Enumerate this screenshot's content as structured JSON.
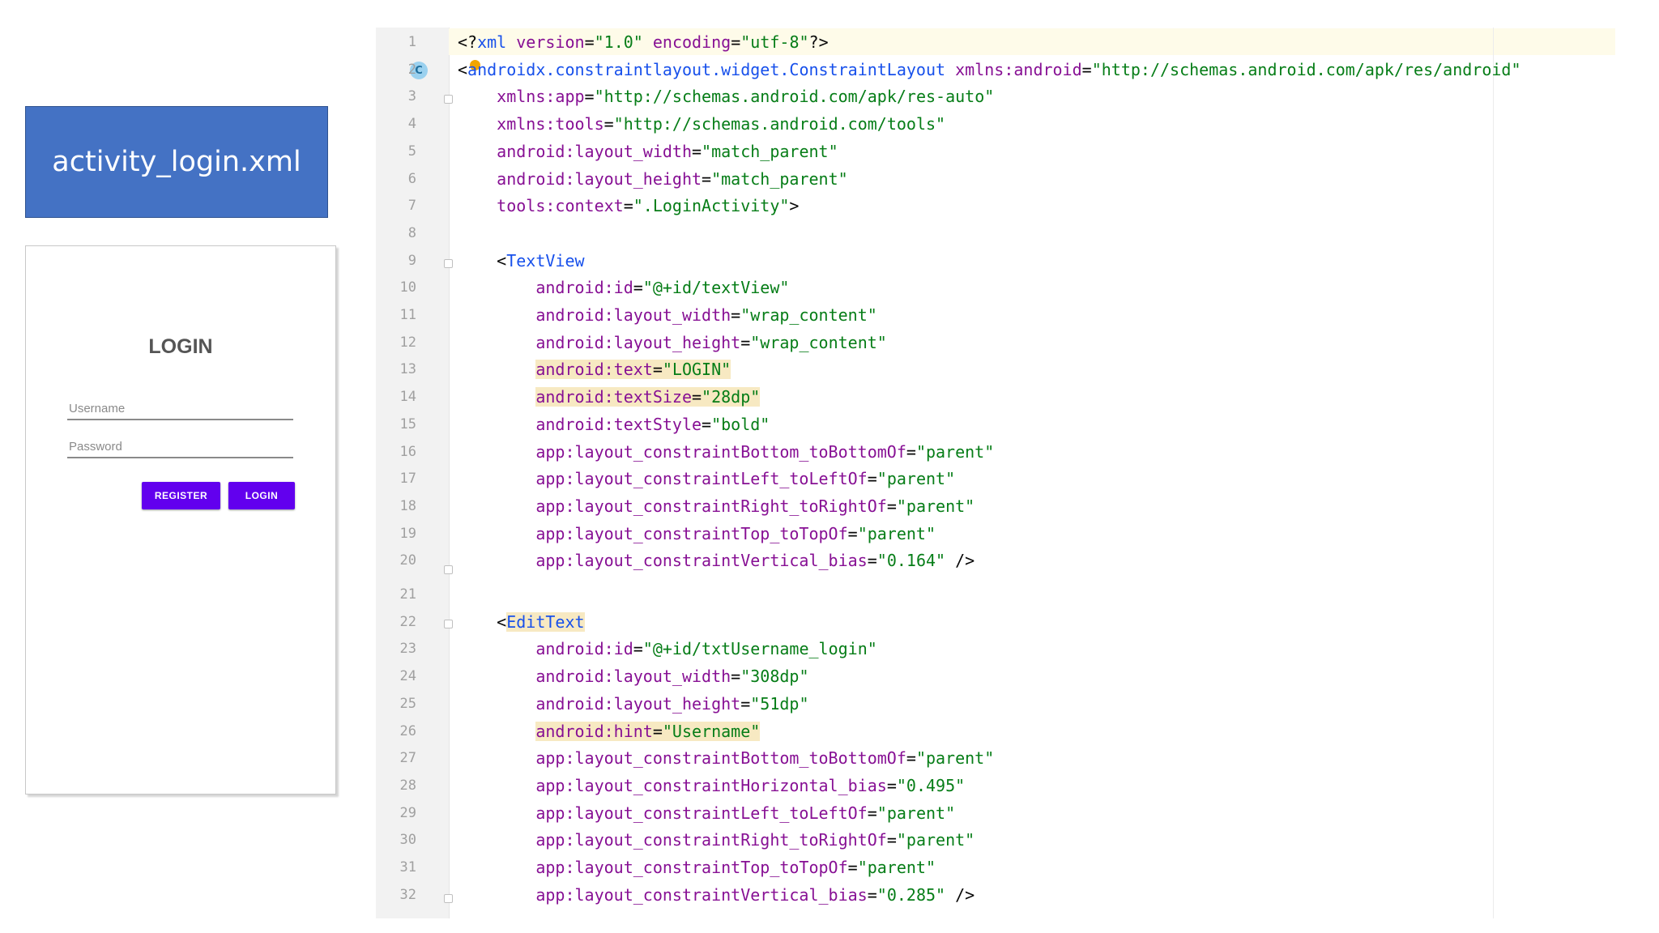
{
  "banner": {
    "title": "activity_login.xml"
  },
  "preview": {
    "title": "LOGIN",
    "username_hint": "Username",
    "password_hint": "Password",
    "register_label": "REGISTER",
    "login_label": "LOGIN",
    "accent_color": "#6200ee"
  },
  "editor": {
    "gutter_icon": "C",
    "lines": [
      {
        "n": "1",
        "t": [
          [
            "tagp",
            "<?"
          ],
          [
            "tag",
            "xml "
          ],
          [
            "attr",
            "version"
          ],
          [
            "tagp",
            "="
          ],
          [
            "val",
            "\"1.0\""
          ],
          [
            "tagp",
            " "
          ],
          [
            "attr",
            "encoding"
          ],
          [
            "tagp",
            "="
          ],
          [
            "val",
            "\"utf-8\""
          ],
          [
            "tagp",
            "?>"
          ]
        ]
      },
      {
        "n": "2",
        "t": [
          [
            "tagp",
            "<"
          ],
          [
            "tag",
            "androidx.constraintlayout.widget.ConstraintLayout "
          ],
          [
            "ns",
            "xmlns:android"
          ],
          [
            "tagp",
            "="
          ],
          [
            "val",
            "\"http://schemas.android.com/apk/res/android\""
          ]
        ]
      },
      {
        "n": "3",
        "t": [
          [
            "tagp",
            "    "
          ],
          [
            "ns",
            "xmlns:app"
          ],
          [
            "tagp",
            "="
          ],
          [
            "val",
            "\"http://schemas.android.com/apk/res-auto\""
          ]
        ]
      },
      {
        "n": "4",
        "t": [
          [
            "tagp",
            "    "
          ],
          [
            "ns",
            "xmlns:tools"
          ],
          [
            "tagp",
            "="
          ],
          [
            "val",
            "\"http://schemas.android.com/tools\""
          ]
        ]
      },
      {
        "n": "5",
        "t": [
          [
            "tagp",
            "    "
          ],
          [
            "attr",
            "android:layout_width"
          ],
          [
            "tagp",
            "="
          ],
          [
            "val",
            "\"match_parent\""
          ]
        ]
      },
      {
        "n": "6",
        "t": [
          [
            "tagp",
            "    "
          ],
          [
            "attr",
            "android:layout_height"
          ],
          [
            "tagp",
            "="
          ],
          [
            "val",
            "\"match_parent\""
          ]
        ]
      },
      {
        "n": "7",
        "t": [
          [
            "tagp",
            "    "
          ],
          [
            "attr",
            "tools:context"
          ],
          [
            "tagp",
            "="
          ],
          [
            "val",
            "\".LoginActivity\""
          ],
          [
            "tagp",
            ">"
          ]
        ]
      },
      {
        "n": "8",
        "t": []
      },
      {
        "n": "9",
        "t": [
          [
            "tagp",
            "    <"
          ],
          [
            "tag",
            "TextView"
          ]
        ]
      },
      {
        "n": "10",
        "t": [
          [
            "tagp",
            "        "
          ],
          [
            "attr",
            "android:id"
          ],
          [
            "tagp",
            "="
          ],
          [
            "val",
            "\"@+id/textView\""
          ]
        ]
      },
      {
        "n": "11",
        "t": [
          [
            "tagp",
            "        "
          ],
          [
            "attr",
            "android:layout_width"
          ],
          [
            "tagp",
            "="
          ],
          [
            "val",
            "\"wrap_content\""
          ]
        ]
      },
      {
        "n": "12",
        "t": [
          [
            "tagp",
            "        "
          ],
          [
            "attr",
            "android:layout_height"
          ],
          [
            "tagp",
            "="
          ],
          [
            "val",
            "\"wrap_content\""
          ]
        ]
      },
      {
        "n": "13",
        "t": [
          [
            "tagp",
            "        "
          ],
          [
            "attr hl",
            "android:text"
          ],
          [
            "tagp hl",
            "="
          ],
          [
            "val hl",
            "\"LOGIN\""
          ]
        ]
      },
      {
        "n": "14",
        "t": [
          [
            "tagp",
            "        "
          ],
          [
            "attr hl",
            "android:textSize"
          ],
          [
            "tagp hl",
            "="
          ],
          [
            "val hl",
            "\"28dp\""
          ]
        ]
      },
      {
        "n": "15",
        "t": [
          [
            "tagp",
            "        "
          ],
          [
            "attr",
            "android:textStyle"
          ],
          [
            "tagp",
            "="
          ],
          [
            "val",
            "\"bold\""
          ]
        ]
      },
      {
        "n": "16",
        "t": [
          [
            "tagp",
            "        "
          ],
          [
            "attr",
            "app:layout_constraintBottom_toBottomOf"
          ],
          [
            "tagp",
            "="
          ],
          [
            "val",
            "\"parent\""
          ]
        ]
      },
      {
        "n": "17",
        "t": [
          [
            "tagp",
            "        "
          ],
          [
            "attr",
            "app:layout_constraintLeft_toLeftOf"
          ],
          [
            "tagp",
            "="
          ],
          [
            "val",
            "\"parent\""
          ]
        ]
      },
      {
        "n": "18",
        "t": [
          [
            "tagp",
            "        "
          ],
          [
            "attr",
            "app:layout_constraintRight_toRightOf"
          ],
          [
            "tagp",
            "="
          ],
          [
            "val",
            "\"parent\""
          ]
        ]
      },
      {
        "n": "19",
        "t": [
          [
            "tagp",
            "        "
          ],
          [
            "attr",
            "app:layout_constraintTop_toTopOf"
          ],
          [
            "tagp",
            "="
          ],
          [
            "val",
            "\"parent\""
          ]
        ]
      },
      {
        "n": "20",
        "t": [
          [
            "tagp",
            "        "
          ],
          [
            "attr",
            "app:layout_constraintVertical_bias"
          ],
          [
            "tagp",
            "="
          ],
          [
            "val",
            "\"0.164\""
          ],
          [
            "tagp",
            " />"
          ]
        ]
      },
      {
        "n": "21",
        "t": []
      },
      {
        "n": "22",
        "t": [
          [
            "tagp",
            "    <"
          ],
          [
            "tag hl",
            "EditText"
          ]
        ]
      },
      {
        "n": "23",
        "t": [
          [
            "tagp",
            "        "
          ],
          [
            "attr",
            "android:id"
          ],
          [
            "tagp",
            "="
          ],
          [
            "val",
            "\"@+id/txtUsername_login\""
          ]
        ]
      },
      {
        "n": "24",
        "t": [
          [
            "tagp",
            "        "
          ],
          [
            "attr",
            "android:layout_width"
          ],
          [
            "tagp",
            "="
          ],
          [
            "val",
            "\"308dp\""
          ]
        ]
      },
      {
        "n": "25",
        "t": [
          [
            "tagp",
            "        "
          ],
          [
            "attr",
            "android:layout_height"
          ],
          [
            "tagp",
            "="
          ],
          [
            "val",
            "\"51dp\""
          ]
        ]
      },
      {
        "n": "26",
        "t": [
          [
            "tagp",
            "        "
          ],
          [
            "attr hl",
            "android:hint"
          ],
          [
            "tagp hl",
            "="
          ],
          [
            "val hl",
            "\"Username\""
          ]
        ]
      },
      {
        "n": "27",
        "t": [
          [
            "tagp",
            "        "
          ],
          [
            "attr",
            "app:layout_constraintBottom_toBottomOf"
          ],
          [
            "tagp",
            "="
          ],
          [
            "val",
            "\"parent\""
          ]
        ]
      },
      {
        "n": "28",
        "t": [
          [
            "tagp",
            "        "
          ],
          [
            "attr",
            "app:layout_constraintHorizontal_bias"
          ],
          [
            "tagp",
            "="
          ],
          [
            "val",
            "\"0.495\""
          ]
        ]
      },
      {
        "n": "29",
        "t": [
          [
            "tagp",
            "        "
          ],
          [
            "attr",
            "app:layout_constraintLeft_toLeftOf"
          ],
          [
            "tagp",
            "="
          ],
          [
            "val",
            "\"parent\""
          ]
        ]
      },
      {
        "n": "30",
        "t": [
          [
            "tagp",
            "        "
          ],
          [
            "attr",
            "app:layout_constraintRight_toRightOf"
          ],
          [
            "tagp",
            "="
          ],
          [
            "val",
            "\"parent\""
          ]
        ]
      },
      {
        "n": "31",
        "t": [
          [
            "tagp",
            "        "
          ],
          [
            "attr",
            "app:layout_constraintTop_toTopOf"
          ],
          [
            "tagp",
            "="
          ],
          [
            "val",
            "\"parent\""
          ]
        ]
      },
      {
        "n": "32",
        "t": [
          [
            "tagp",
            "        "
          ],
          [
            "attr",
            "app:layout_constraintVertical_bias"
          ],
          [
            "tagp",
            "="
          ],
          [
            "val",
            "\"0.285\""
          ],
          [
            "tagp",
            " />"
          ]
        ]
      }
    ]
  }
}
